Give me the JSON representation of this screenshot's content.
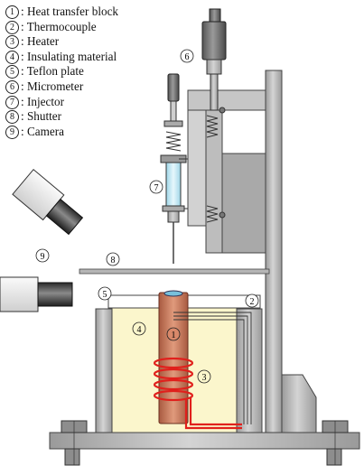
{
  "legend": [
    {
      "num": "1",
      "label": ": Heat transfer block"
    },
    {
      "num": "2",
      "label": ": Thermocouple"
    },
    {
      "num": "3",
      "label": ": Heater"
    },
    {
      "num": "4",
      "label": ": Insulating material"
    },
    {
      "num": "5",
      "label": ": Teflon plate"
    },
    {
      "num": "6",
      "label": ": Micrometer"
    },
    {
      "num": "7",
      "label": ": Injector"
    },
    {
      "num": "8",
      "label": ": Shutter"
    },
    {
      "num": "9",
      "label": ": Camera"
    }
  ],
  "callouts": {
    "n1": "1",
    "n2": "2",
    "n3": "3",
    "n4": "4",
    "n5": "5",
    "n6": "6",
    "n7": "7",
    "n8": "8",
    "n9": "9"
  },
  "colors": {
    "metal": "#b9b9b9",
    "metal_dark": "#8e8e8e",
    "insulation": "#fbf6cc",
    "block": "#c8775a",
    "heater": "#e0201c",
    "glass": "#bfe6f2"
  }
}
